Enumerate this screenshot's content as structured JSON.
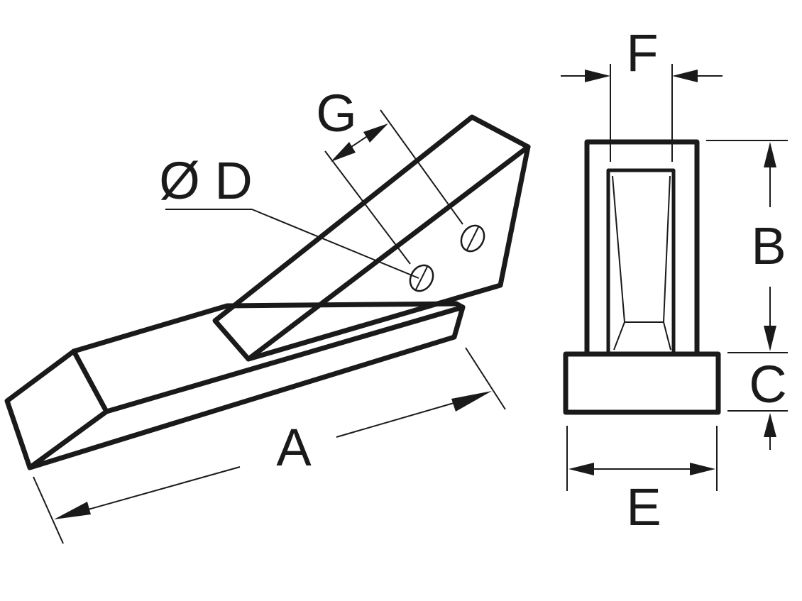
{
  "labels": {
    "a": "A",
    "b": "B",
    "c": "C",
    "d": "Ø D",
    "e": "E",
    "f": "F",
    "g": "G"
  }
}
